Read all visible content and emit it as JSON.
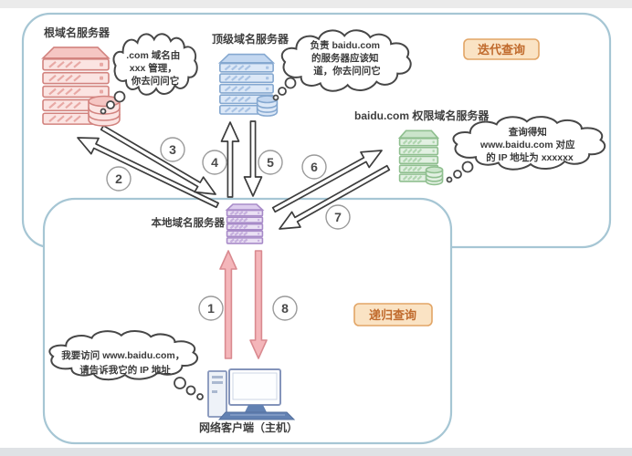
{
  "queries": {
    "iterative": "迭代查询",
    "recursive": "递归查询"
  },
  "servers": {
    "root": {
      "label": "根域名服务器"
    },
    "tld": {
      "label": "顶级域名服务器"
    },
    "auth": {
      "label": "baidu.com 权限域名服务器"
    },
    "local": {
      "label": "本地域名服务器"
    },
    "client": {
      "label": "网络客户端（主机）"
    }
  },
  "clouds": {
    "root": {
      "lines": [
        ".com 域名由",
        "xxx 管理，",
        "你去问问它"
      ]
    },
    "tld": {
      "lines": [
        "负责 baidu.com",
        "的服务器应该知",
        "道，你去问问它"
      ]
    },
    "auth": {
      "lines": [
        "查询得知",
        "www.baidu.com 对应",
        "的 IP 地址为 xxxxxx"
      ]
    },
    "client": {
      "lines": [
        "我要访问 www.baidu.com，",
        "请告诉我它的 IP 地址"
      ]
    }
  },
  "steps": [
    "1",
    "2",
    "3",
    "4",
    "5",
    "6",
    "7",
    "8"
  ],
  "colors": {
    "root_server": "#d2837f",
    "tld_server": "#85a8d0",
    "auth_server": "#8fbf8f",
    "local_server": "#a88bc8",
    "container_border": "#a6c6d4",
    "badge_bg": "#fae3c4",
    "badge_border": "#e2a566",
    "badge_text": "#c06a2c",
    "pink_arrow": "#f4b6ba"
  }
}
